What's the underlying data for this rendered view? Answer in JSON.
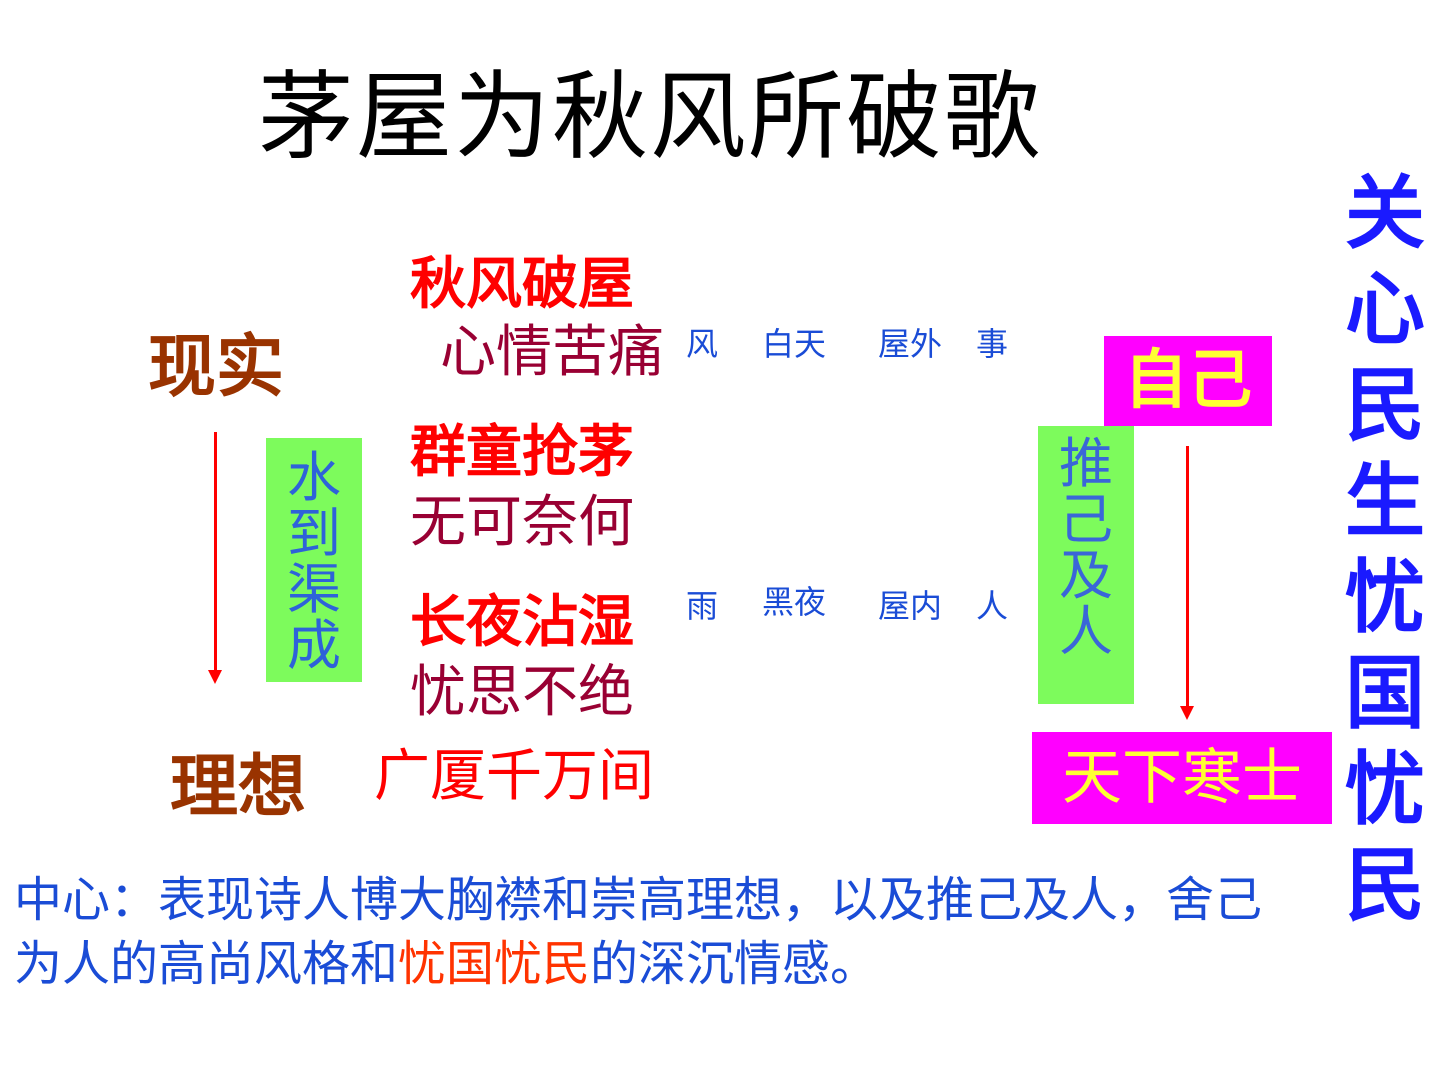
{
  "title": "茅屋为秋风所破歌",
  "left_labels": {
    "reality": "现实",
    "ideal": "理想"
  },
  "green_box_left": [
    "水",
    "到",
    "渠",
    "成"
  ],
  "stanzas": [
    {
      "red": "秋风破屋",
      "dark": "心情苦痛"
    },
    {
      "red": "群童抢茅",
      "dark": "无可奈何"
    },
    {
      "red": "长夜沾湿",
      "dark": "忧思不绝"
    }
  ],
  "ideal_text": "广厦千万间",
  "middle_notes": {
    "row1": [
      "风",
      "白天",
      "屋外",
      "事"
    ],
    "row2": [
      "雨",
      "黑夜",
      "屋内",
      "人"
    ]
  },
  "right_boxes": {
    "self": "自己",
    "world": "天下寒士"
  },
  "green_box_right": [
    "推",
    "己",
    "及",
    "人"
  ],
  "right_vertical": [
    "关",
    "心",
    "民",
    "生",
    "忧",
    "国",
    "忧",
    "民"
  ],
  "summary": {
    "part1": "中心：表现诗人博大胸襟和崇高理想，以及推己及人，舍己为人的高尚风格和",
    "highlight": "忧国忧民",
    "part2": "的深沉情感。"
  },
  "colors": {
    "title": "#000000",
    "label": "#993300",
    "red": "#ff0000",
    "dark_red": "#990033",
    "blue": "#1a4cd6",
    "green_box": "#7dfb5c",
    "magenta_box": "#ff00ff",
    "yellow_text": "#ffff33",
    "right_vertical": "#1a1aff",
    "highlight": "#ff3300"
  }
}
